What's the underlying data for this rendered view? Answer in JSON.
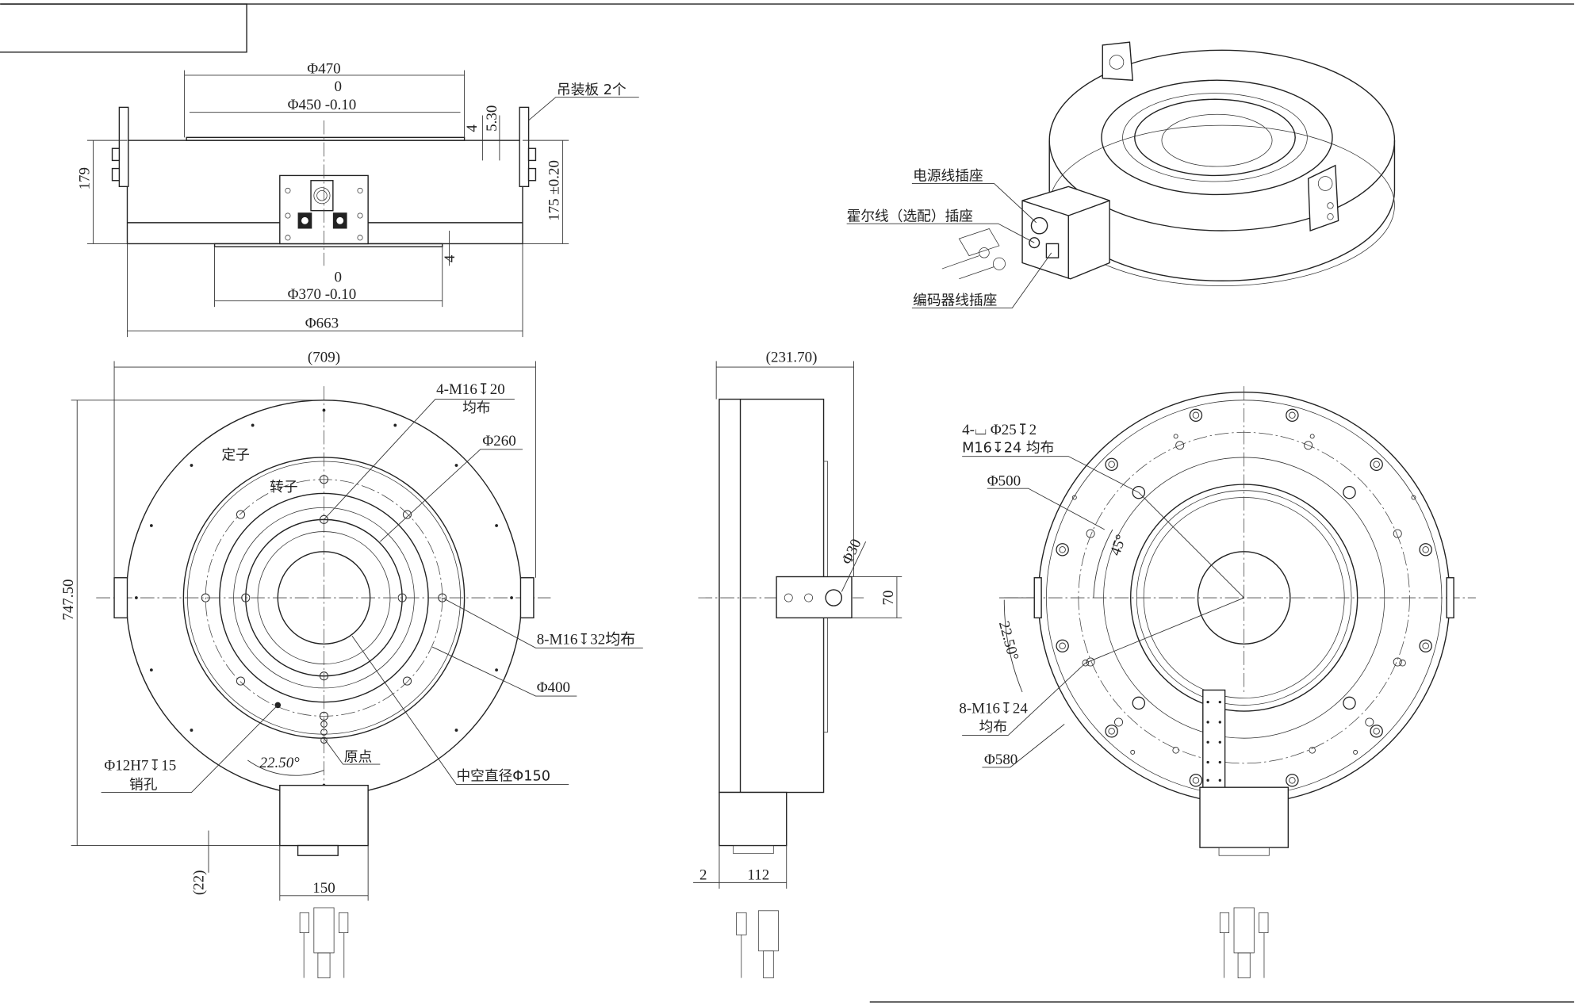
{
  "front_view": {
    "dia_470": "Φ470",
    "tol_450_upper": "0",
    "dia_450": "Φ450 -0.10",
    "dim_4_top": "4",
    "dim_5_30": "5.30",
    "lifting_plate_label": "吊装板 2个",
    "height_179": "179",
    "height_175": "175 ±0.20",
    "dim_4_bottom": "4",
    "tol_370_upper": "0",
    "dia_370": "Φ370 -0.10",
    "dia_663": "Φ663"
  },
  "plan_view": {
    "width_709": "(709)",
    "height_747": "747.50",
    "stator": "定子",
    "rotor": "转子",
    "holes_4_m16": "4-M16↧20",
    "holes_4_even": "均布",
    "dia_260": "Φ260",
    "holes_8_m16": "8-M16↧32均布",
    "dia_400": "Φ400",
    "pin_hole": "Φ12H7↧15",
    "pin_hole_label": "销孔",
    "angle_22_5": "22.50°",
    "origin": "原点",
    "hollow_dia": "中空直径Φ150",
    "width_150": "150",
    "dim_22": "(22)"
  },
  "side_view": {
    "width_231": "(231.70)",
    "dia_30": "Φ30",
    "height_70": "70",
    "dim_2": "2",
    "dim_112": "112"
  },
  "bottom_view": {
    "holes_4_counterbore": "4-⌴ Φ25↧2",
    "holes_4_thread": "M16↧24 均布",
    "dia_500": "Φ500",
    "angle_45": "45°",
    "angle_22_5": "22.50°",
    "holes_8_m16": "8-M16↧24",
    "holes_8_even": "均布",
    "dia_580": "Φ580"
  },
  "iso_view": {
    "power_socket": "电源线插座",
    "hall_socket": "霍尔线（选配）插座",
    "encoder_socket": "编码器线插座"
  }
}
